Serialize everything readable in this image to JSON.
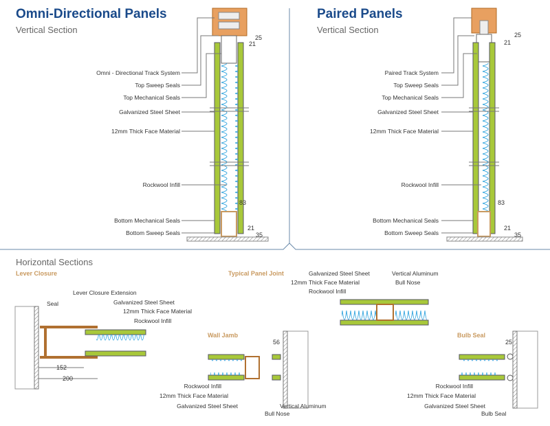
{
  "left_panel": {
    "title": "Omni-Directional Panels",
    "subtitle": "Vertical Section",
    "labels": [
      "Omni - Directional Track System",
      "Top Sweep Seals",
      "Top Mechanical Seals",
      "Galvanized Steel Sheet",
      "12mm Thick Face Material",
      "Rockwool Infill",
      "Bottom Mechanical Seals",
      "Bottom Sweep Seals"
    ],
    "dims": {
      "top_a": "25",
      "top_b": "21",
      "thickness": "83",
      "bottom_a": "21",
      "bottom_b": "35"
    }
  },
  "right_panel": {
    "title": "Paired Panels",
    "subtitle": "Vertical Section",
    "labels": [
      "Paired Track System",
      "Top Sweep Seals",
      "Top Mechanical Seals",
      "Galvanized Steel Sheet",
      "12mm Thick Face Material",
      "Rockwool Infill",
      "Bottom Mechanical Seals",
      "Bottom Sweep Seals"
    ],
    "dims": {
      "top_a": "25",
      "top_b": "21",
      "thickness": "83",
      "bottom_a": "21",
      "bottom_b": "35"
    }
  },
  "horizontal": {
    "title": "Horizontal Sections",
    "lever_closure": {
      "heading": "Lever Closure",
      "labels": [
        "Seal",
        "Lever Closure Extension",
        "Galvanized Steel Sheet",
        "12mm Thick Face Material",
        "Rockwool Infill"
      ],
      "dims": [
        "152",
        "200"
      ]
    },
    "panel_joint": {
      "heading": "Typical Panel Joint",
      "labels": [
        "Galvanized Steel Sheet",
        "12mm Thick Face Material",
        "Rockwool Infill",
        "Vertical Aluminum",
        "Bull Nose"
      ]
    },
    "wall_jamb": {
      "heading": "Wall Jamb",
      "labels": [
        "Rockwool Infill",
        "12mm Thick Face Material",
        "Galvanized Steel Sheet",
        "Vertical Aluminum",
        "Bull Nose"
      ],
      "dims": [
        "56"
      ]
    },
    "bulb_seal": {
      "heading": "Bulb Seal",
      "labels": [
        "Rockwool Infill",
        "12mm Thick Face Material",
        "Galvanized Steel Sheet",
        "Bulb Seal"
      ],
      "dims": [
        "25"
      ]
    }
  },
  "colors": {
    "title": "#1a4a8a",
    "accent": "#c99a60",
    "panel": "#a8c83a",
    "infill": "#3aa8e0",
    "track": "#d98a40",
    "divider": "#6a8aaa"
  }
}
